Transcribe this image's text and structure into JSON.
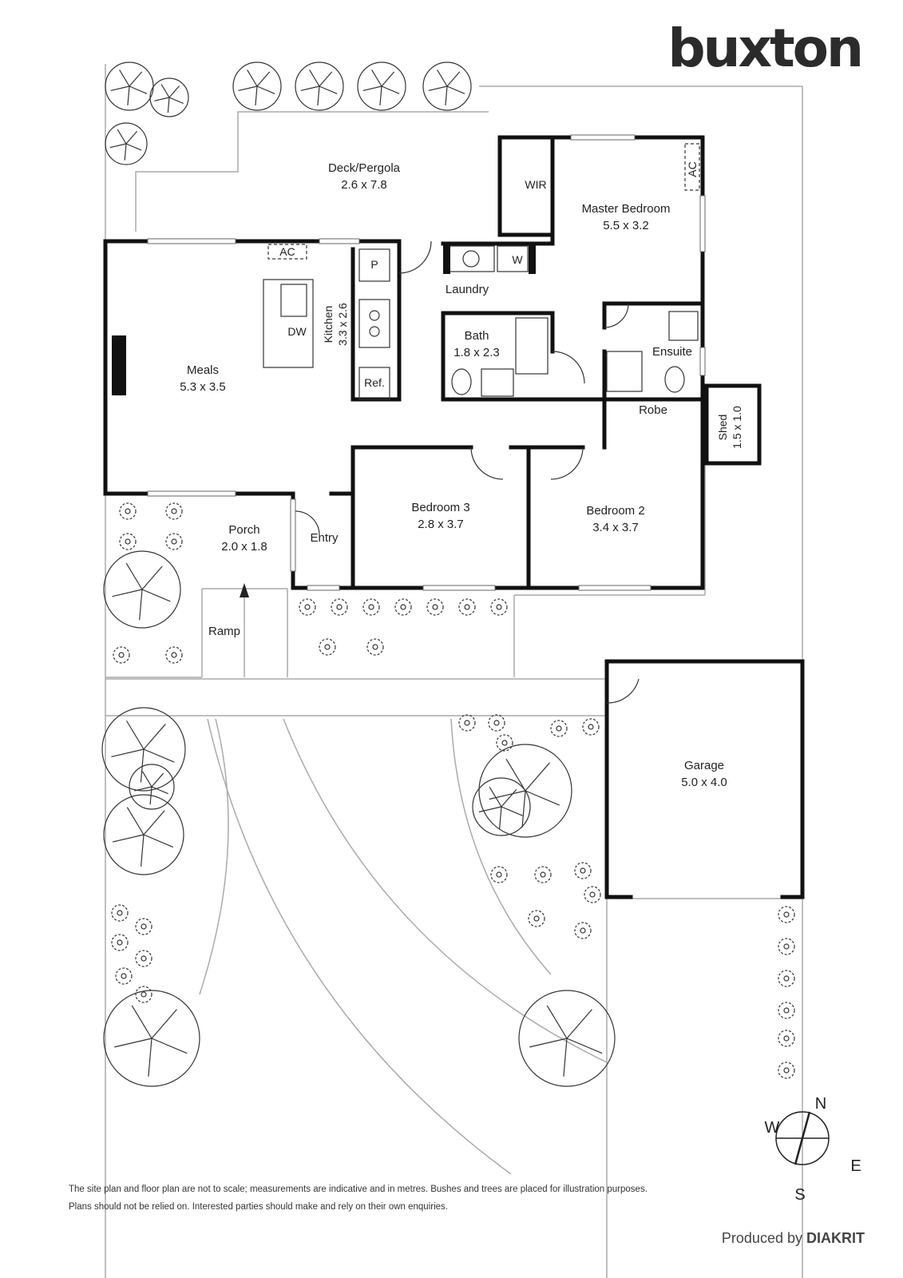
{
  "brand": {
    "logo": "buxton",
    "producer_prefix": "Produced by",
    "producer_name": "DIAKRIT"
  },
  "rooms": {
    "deck": {
      "name": "Deck/Pergola",
      "size": "2.6 x 7.8"
    },
    "master": {
      "name": "Master Bedroom",
      "size": "5.5 x 3.2"
    },
    "wir": {
      "name": "WIR"
    },
    "meals": {
      "name": "Meals",
      "size": "5.3 x 3.5"
    },
    "kitchen": {
      "name": "Kitchen",
      "size": "3.3 x 2.6"
    },
    "laundry": {
      "name": "Laundry"
    },
    "bath": {
      "name": "Bath",
      "size": "1.8 x 2.3"
    },
    "ensuite": {
      "name": "Ensuite"
    },
    "robe": {
      "name": "Robe"
    },
    "shed": {
      "name": "Shed",
      "size": "1.5 x 1.0"
    },
    "bedroom3": {
      "name": "Bedroom 3",
      "size": "2.8 x 3.7"
    },
    "bedroom2": {
      "name": "Bedroom 2",
      "size": "3.4 x 3.7"
    },
    "porch": {
      "name": "Porch",
      "size": "2.0 x 1.8"
    },
    "entry": {
      "name": "Entry"
    },
    "ramp": {
      "name": "Ramp"
    },
    "garage": {
      "name": "Garage",
      "size": "5.0 x 4.0"
    }
  },
  "fixtures": {
    "ac": "AC",
    "pantry": "P",
    "washer": "W",
    "dishwasher": "DW",
    "fridge": "Ref."
  },
  "compass": {
    "n": "N",
    "e": "E",
    "s": "S",
    "w": "W"
  },
  "disclaimer": [
    "The site plan and floor plan are not to scale; measurements are indicative and in metres. Bushes and trees are placed for illustration purposes.",
    "Plans should not be relied on. Interested parties should make and rely on their own enquiries."
  ]
}
